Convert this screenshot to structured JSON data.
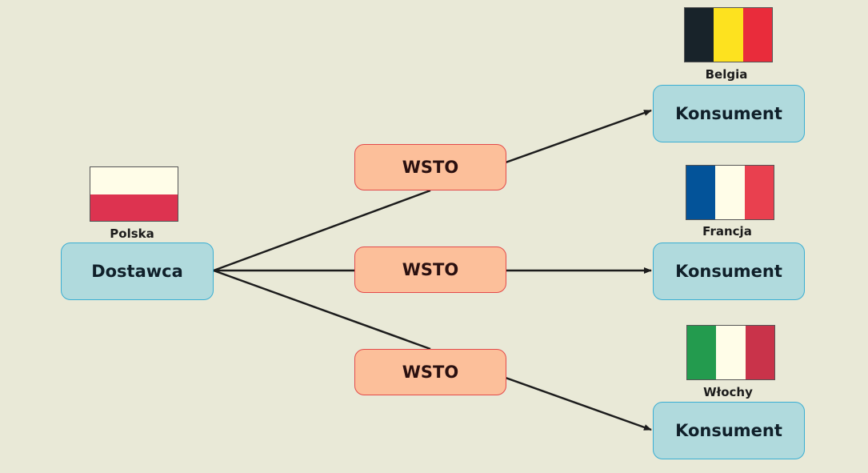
{
  "supplier": {
    "label": "Dostawca",
    "country": "Polska",
    "flag_colors": [
      "#fffde8",
      "#dd3350"
    ]
  },
  "intermediaries": [
    {
      "label": "WSTO"
    },
    {
      "label": "WSTO"
    },
    {
      "label": "WSTO"
    }
  ],
  "consumers": [
    {
      "label": "Konsument",
      "country": "Belgia",
      "flag_colors": [
        "#18232a",
        "#fde21f",
        "#e92c3b"
      ]
    },
    {
      "label": "Konsument",
      "country": "Francja",
      "flag_colors": [
        "#035399",
        "#fffde8",
        "#e9404f"
      ]
    },
    {
      "label": "Konsument",
      "country": "Włochy",
      "flag_colors": [
        "#239b4e",
        "#fffde8",
        "#c9334a"
      ]
    }
  ]
}
